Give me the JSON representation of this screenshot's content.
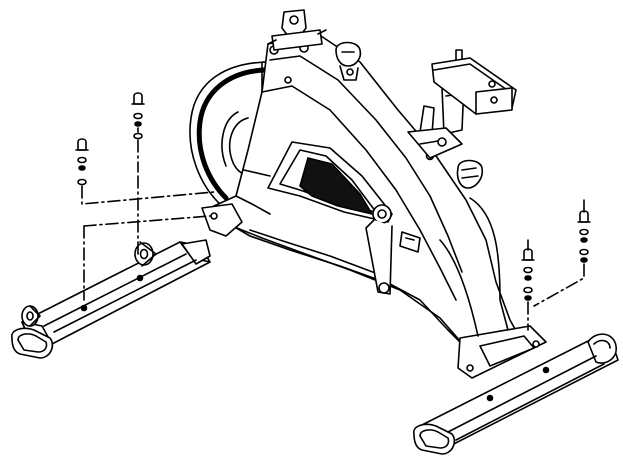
{
  "diagram": {
    "style": {
      "line": "#000000",
      "fill": "#ffffff",
      "mesh": "#111111",
      "shade": "#e8e8e8"
    },
    "parts": [
      "frame",
      "flywheel-guard",
      "seat-post",
      "seat-clamp",
      "handlebar-post",
      "handlebar-knob",
      "resistance-knob",
      "crank-arm",
      "front-stabilizer",
      "rear-stabilizer",
      "transport-wheel",
      "cap-nut",
      "washer",
      "bolt"
    ]
  }
}
